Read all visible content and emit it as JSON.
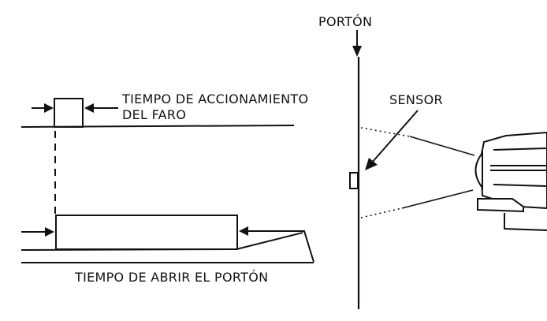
{
  "labels": {
    "gate": "PORTÓN",
    "sensor": "SENSOR",
    "headlight_time_line1": "TIEMPO DE ACCIONAMIENTO",
    "headlight_time_line2": "DEL FARO",
    "gate_open_time": "TIEMPO DE ABRIR EL PORTÓN"
  },
  "colors": {
    "ink": "#111111",
    "background": "#ffffff"
  }
}
